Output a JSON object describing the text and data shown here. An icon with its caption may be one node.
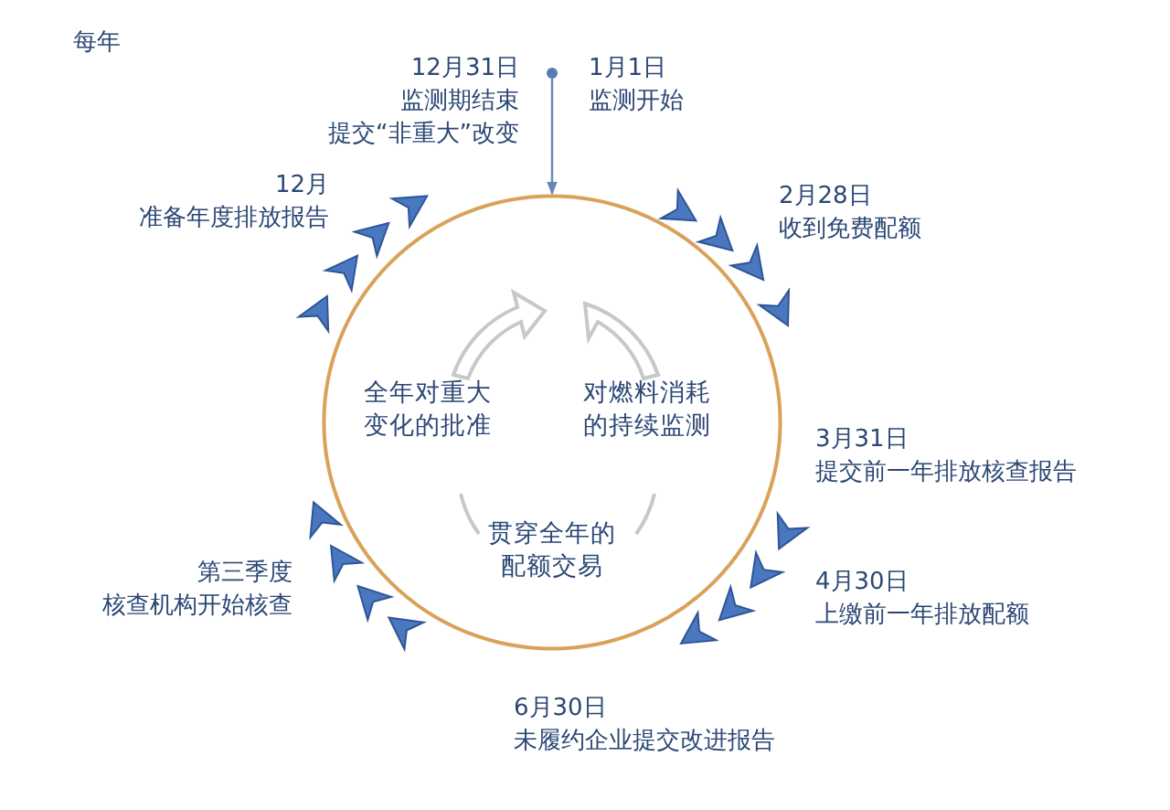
{
  "diagram": {
    "nodes": [
      {
        "text": [],
        "shape": "circle"
      },
      {
        "text": [
          "全年对重大变化的批准",
          "对燃料消耗的持续监测",
          "贯穿全年的配额交易"
        ]
      }
    ],
    "edges": [
      {
        "from": 0,
        "to": 1,
        "arrow": "to"
      }
    ],
    "labels": [
      "每年",
      "12月31日",
      "监测期结束",
      "提交“非重大”改变",
      "1月1日",
      "监测开始",
      "12月",
      "准备年度排放报告",
      "2月28日",
      "收到免费配额",
      "3月31日",
      "提交前一年排放核查报告",
      "第三季度",
      "核查机构开始核查",
      "4月30日",
      "上缴前一年排放配额",
      "6月30日",
      "未履约企业提交改进报告"
    ]
  }
}
